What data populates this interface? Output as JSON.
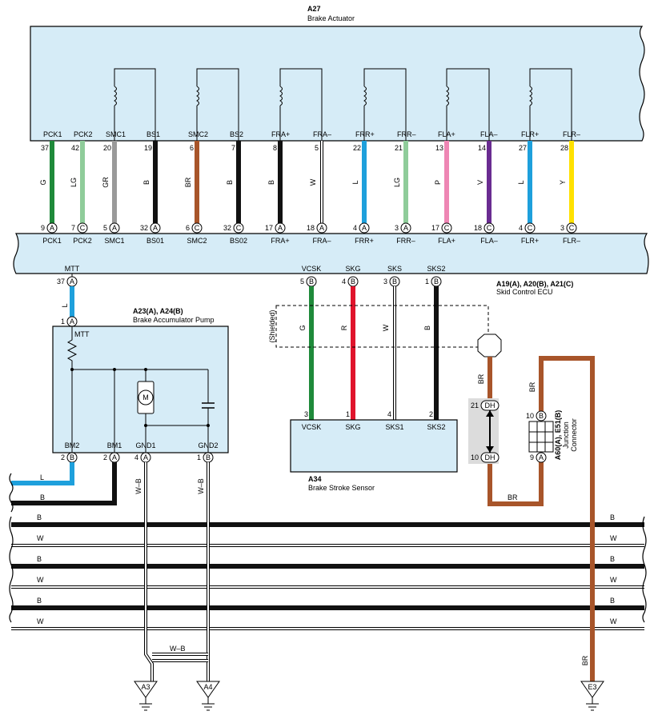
{
  "actuator": {
    "id": "A27",
    "name": "Brake Actuator",
    "terminals": [
      "PCK1",
      "PCK2",
      "SMC1",
      "BS1",
      "SMC2",
      "BS2",
      "FRA+",
      "FRA–",
      "FRR+",
      "FRR–",
      "FLA+",
      "FLA–",
      "FLR+",
      "FLR–"
    ],
    "pins": [
      "37",
      "42",
      "20",
      "19",
      "6",
      "7",
      "8",
      "5",
      "22",
      "21",
      "13",
      "14",
      "27",
      "28"
    ]
  },
  "wires": {
    "codes": [
      "G",
      "LG",
      "GR",
      "B",
      "BR",
      "B",
      "B",
      "W",
      "L",
      "LG",
      "P",
      "V",
      "L",
      "Y"
    ],
    "colors": [
      "#1f8a3a",
      "#8fcc9a",
      "#9a9a9a",
      "#111111",
      "#a8552a",
      "#111111",
      "#111111",
      "#ffffff",
      "#1ea0dc",
      "#8fcc9a",
      "#ee86b4",
      "#6a2c91",
      "#1ea0dc",
      "#ffe100"
    ]
  },
  "ecu": {
    "name_ids": "A19(A), A20(B), A21(C)",
    "name": "Skid Control ECU",
    "bottom_pins": [
      "9",
      "7",
      "5",
      "32",
      "6",
      "32",
      "17",
      "18",
      "4",
      "3",
      "17",
      "18",
      "4",
      "3"
    ],
    "bottom_conn": [
      "A",
      "C",
      "A",
      "A",
      "C",
      "C",
      "A",
      "A",
      "A",
      "A",
      "C",
      "C",
      "C",
      "C"
    ],
    "bottom_labels": [
      "PCK1",
      "PCK2",
      "SMC1",
      "BS01",
      "SMC2",
      "BS02",
      "FRA+",
      "FRA–",
      "FRR+",
      "FRR–",
      "FLA+",
      "FLA–",
      "FLR+",
      "FLR–"
    ],
    "mtt": {
      "label": "MTT",
      "pin": "37",
      "conn": "A"
    },
    "sensor_pins": [
      {
        "label": "VCSK",
        "pin": "5",
        "conn": "B"
      },
      {
        "label": "SKG",
        "pin": "4",
        "conn": "B"
      },
      {
        "label": "SKS",
        "pin": "3",
        "conn": "B"
      },
      {
        "label": "SKS2",
        "pin": "1",
        "conn": "B"
      }
    ]
  },
  "pump": {
    "ids": "A23(A), A24(B)",
    "name": "Brake Accumulator Pump",
    "top_pin": "1",
    "top_conn": "A",
    "top_label": "MTT",
    "motor": "M",
    "bottom": [
      {
        "label": "BM2",
        "pin": "2",
        "conn": "B"
      },
      {
        "label": "BM1",
        "pin": "2",
        "conn": "A"
      },
      {
        "label": "GND1",
        "pin": "4",
        "conn": "A"
      },
      {
        "label": "GND2",
        "pin": "1",
        "conn": "B"
      }
    ],
    "mtt_wire": "L",
    "gnd_wire": "W–B"
  },
  "sensor": {
    "id": "A34",
    "name": "Brake Stroke Sensor",
    "pins": [
      {
        "label": "VCSK",
        "pin": "3"
      },
      {
        "label": "SKG",
        "pin": "1"
      },
      {
        "label": "SKS1",
        "pin": "4"
      },
      {
        "label": "SKS2",
        "pin": "2"
      }
    ],
    "wire_codes": [
      "G",
      "R",
      "W",
      "B"
    ],
    "shielded": "(Shielded)"
  },
  "junction": {
    "ids": "A60(A), E51(B)",
    "name1": "Junction",
    "name2": "Connector",
    "pin_top": "10",
    "conn_top": "B",
    "pin_bot": "9",
    "conn_bot": "A",
    "dh_top_pin": "21",
    "dh_bot_pin": "10",
    "dh_label": "DH",
    "wire": "BR"
  },
  "harness": {
    "left_wires": [
      "L",
      "B"
    ],
    "bus": [
      "B",
      "W",
      "B",
      "W",
      "B",
      "W"
    ],
    "bus_colors": [
      "#111111",
      "#ffffff",
      "#111111",
      "#ffffff",
      "#111111",
      "#ffffff"
    ]
  },
  "grounds": [
    "A3",
    "A4",
    "E3"
  ]
}
